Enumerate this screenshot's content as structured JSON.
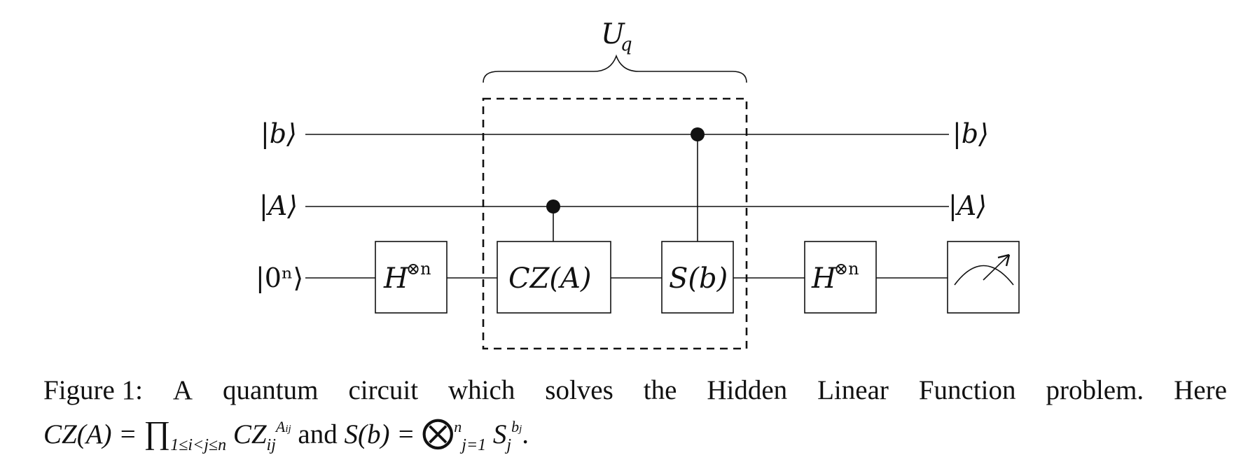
{
  "figure": {
    "unitary_label": "U",
    "unitary_sub": "q",
    "wires": [
      {
        "input": "|b⟩",
        "output": "|b⟩"
      },
      {
        "input": "|A⟩",
        "output": "|A⟩"
      },
      {
        "input": "|0ⁿ⟩",
        "output": ""
      }
    ],
    "gates": {
      "hadamard_1": "H",
      "hadamard_1_sup": "⊗n",
      "cz": "CZ(A)",
      "s": "S(b)",
      "hadamard_2": "H",
      "hadamard_2_sup": "⊗n",
      "measure_icon": "meter-icon"
    }
  },
  "caption": {
    "label": "Figure 1:",
    "words": [
      "A",
      "quantum",
      "circuit",
      "which",
      "solves",
      "the",
      "Hidden",
      "Linear",
      "Function",
      "problem.",
      "Here"
    ],
    "line2": {
      "cz_lhs": "CZ(A) = ",
      "prod": "∏",
      "prod_sub": "1≤i<j≤n",
      "cz_rhs": " CZ",
      "cz_sub": "ij",
      "cz_sup": "A",
      "cz_sup_sub": "ij",
      "and": " and ",
      "s_lhs": "S(b) = ",
      "otimes": "⨂",
      "otimes_sup": "n",
      "otimes_sub": "j=1",
      "s_rhs": " S",
      "s_sub": "j",
      "s_sup": "b",
      "s_sup_sub": "j",
      "end": "."
    }
  }
}
